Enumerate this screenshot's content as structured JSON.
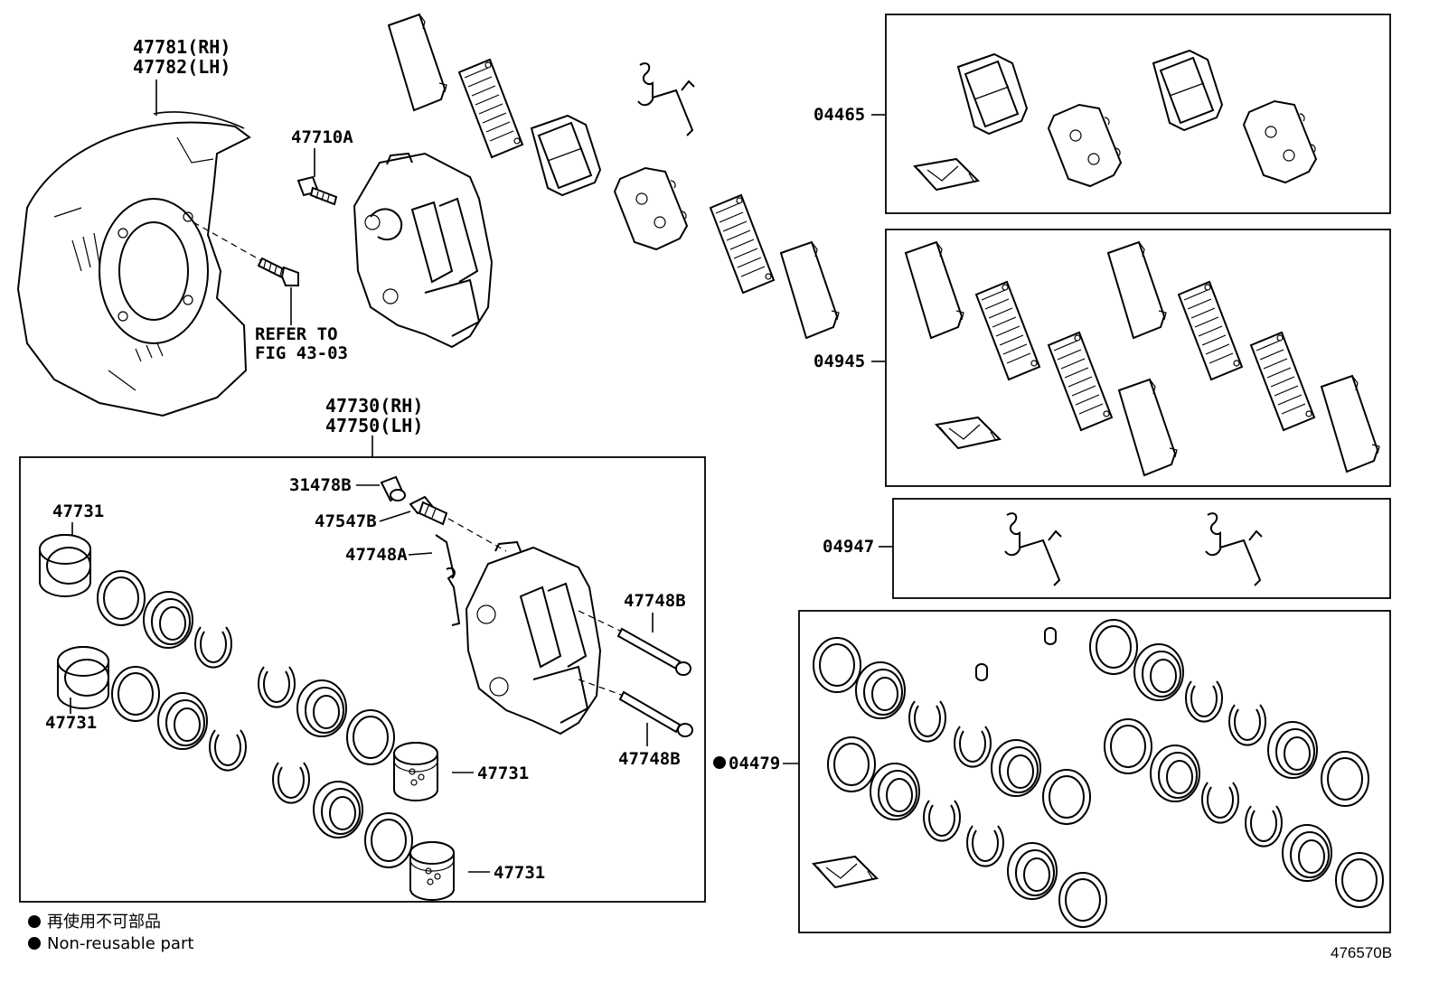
{
  "labels": {
    "shield_rh": "47781(RH)",
    "shield_lh": "47782(LH)",
    "bolt": "47710A",
    "refer_line1": "REFER TO",
    "refer_line2": "FIG 43-03",
    "caliper_rh": "47730(RH)",
    "caliper_lh": "47750(LH)",
    "cap": "31478B",
    "bleeder": "47547B",
    "spring": "47748A",
    "pin_upper": "47748B",
    "pin_lower": "47748B",
    "piston_a": "47731",
    "piston_b": "47731",
    "piston_c": "47731",
    "piston_d": "47731",
    "kit_pads": "04465",
    "kit_shims": "04945",
    "kit_springs": "04947",
    "kit_seals": "04479"
  },
  "legend": {
    "jp": "再使用不可部品",
    "en": "Non-reusable part"
  },
  "diagram_code": "476570B"
}
